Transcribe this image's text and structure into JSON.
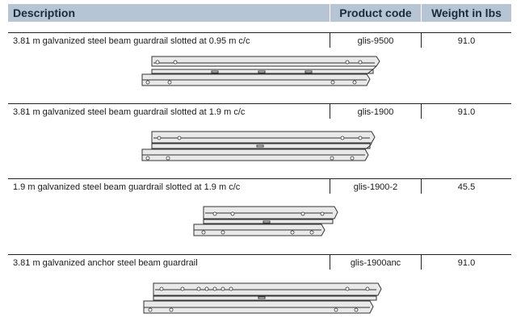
{
  "headers": {
    "description": "Description",
    "product_code": "Product code",
    "weight": "Weight in lbs"
  },
  "rows": [
    {
      "description": "3.81 m galvanized steel beam guardrail slotted at 0.95 m c/c",
      "code": "glis-9500",
      "weight": "91.0"
    },
    {
      "description": "3.81 m galvanized steel beam guardrail slotted at 1.9 m c/c",
      "code": "glis-1900",
      "weight": "91.0"
    },
    {
      "description": "1.9 m galvanized steel beam guardrail slotted at 1.9 m c/c",
      "code": "glis-1900-2",
      "weight": "45.5"
    },
    {
      "description": "3.81 m galvanized anchor steel beam guardrail",
      "code": "glis-1900anc",
      "weight": "91.0"
    }
  ],
  "colors": {
    "header_bg": "#b6c4d3",
    "header_text": "#1d2a3a",
    "rule": "#222222",
    "rail_fill": "#e9e9e9",
    "rail_stroke": "#333333"
  },
  "illustrations": [
    "guardrail-beam-drawing",
    "guardrail-beam-drawing",
    "guardrail-beam-short-drawing",
    "guardrail-anchor-beam-drawing"
  ]
}
